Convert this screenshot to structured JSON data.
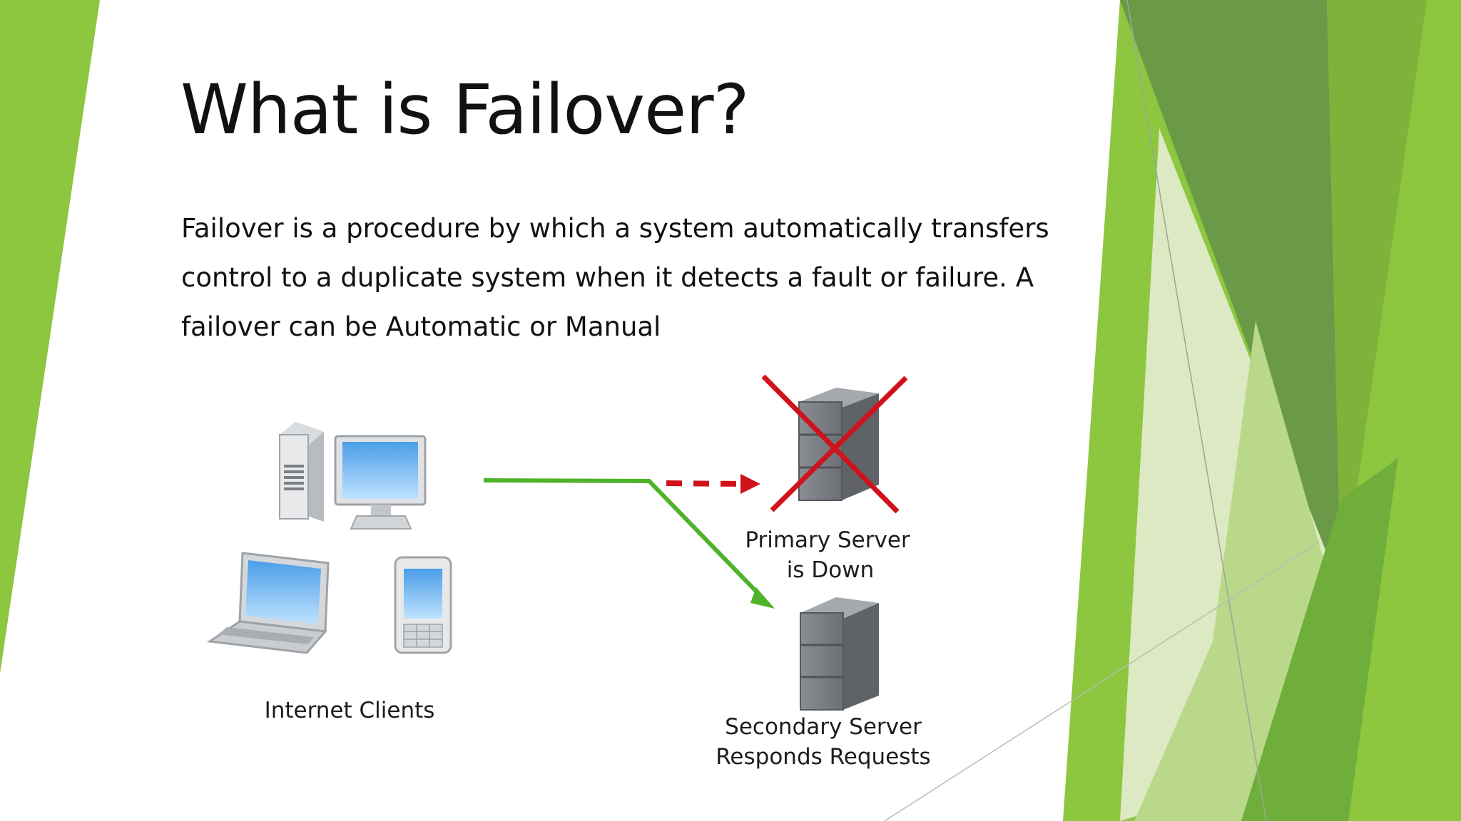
{
  "slide": {
    "title": "What is Failover?",
    "body": "Failover is a procedure by which a system automatically transfers control to a duplicate system when it detects a fault or failure. A failover can be Automatic or Manual"
  },
  "diagram": {
    "clients_label": "Internet Clients",
    "primary_label_line1": "Primary Server",
    "primary_label_line2": "is Down",
    "secondary_label_line1": "Secondary Server",
    "secondary_label_line2": "Responds Requests"
  },
  "colors": {
    "accent_green": "#8dc63f",
    "dark_green": "#6a9a47",
    "arrow_green": "#4fb32a",
    "failure_red": "#d0121b",
    "server_gray": "#7d8086"
  }
}
